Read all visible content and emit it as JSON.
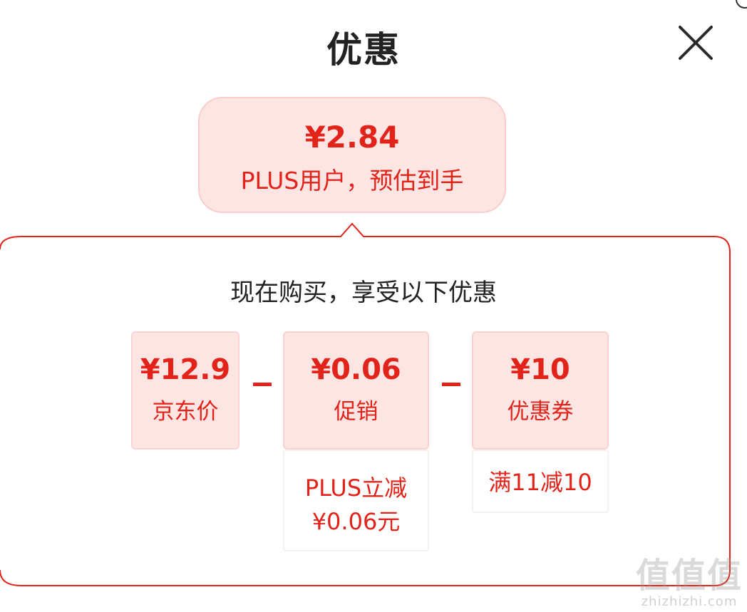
{
  "header": {
    "title": "优惠",
    "close_icon": "close-icon"
  },
  "estimate": {
    "price": "¥2.84",
    "label": "PLUS用户，预估到手"
  },
  "panel": {
    "subtitle": "现在购买，享受以下优惠",
    "border_color": "#e2231a"
  },
  "items": [
    {
      "amount": "¥12.9",
      "label": "京东价"
    },
    {
      "amount": "¥0.06",
      "label": "促销",
      "detail_line1": "PLUS立减",
      "detail_line2": "¥0.06元"
    },
    {
      "amount": "¥10",
      "label": "优惠券",
      "detail_line1": "满11减10"
    }
  ],
  "operators": [
    "minus",
    "minus"
  ],
  "watermark": {
    "logo": "值值值",
    "url": "zhizhizhi.com"
  },
  "colors": {
    "accent": "#e2231a",
    "card_bg": "#fde5e4"
  }
}
